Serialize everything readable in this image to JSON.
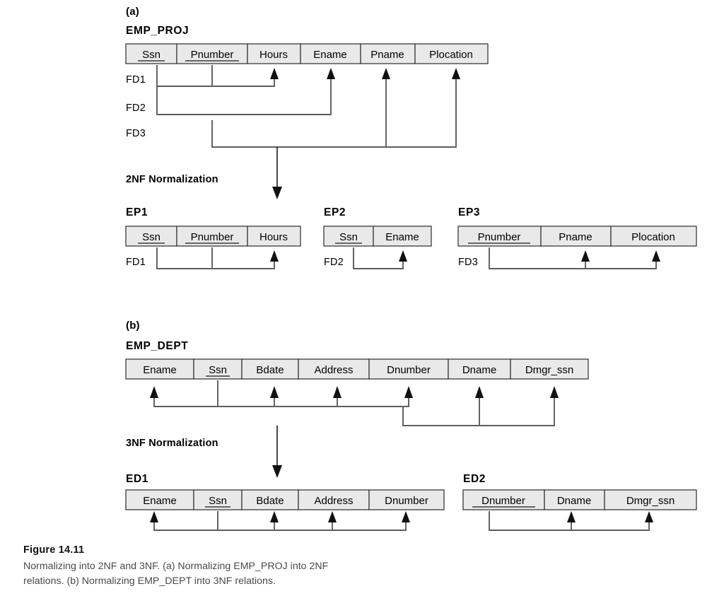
{
  "figure": {
    "number": "Figure 14.11",
    "caption": "Normalizing into 2NF and 3NF. (a) Normalizing EMP_PROJ into 2NF relations. (b) Normalizing EMP_DEPT into 3NF relations.",
    "background_color": "#ffffff",
    "cell_fill_color": "#e9e9e9",
    "cell_border_color": "#2b2b2b",
    "fd_line_color": "#5d5d5d",
    "arrow_color": "#111111"
  },
  "parts": {
    "a": {
      "label": "(a)",
      "step_label": "2NF Normalization",
      "source": {
        "name": "EMP_PROJ",
        "attributes": [
          "Ssn",
          "Pnumber",
          "Hours",
          "Ename",
          "Pname",
          "Plocation"
        ],
        "key_attributes": [
          "Ssn",
          "Pnumber"
        ],
        "dependencies": [
          {
            "label": "FD1",
            "determinants": [
              "Ssn",
              "Pnumber"
            ],
            "dependents": [
              "Hours"
            ]
          },
          {
            "label": "FD2",
            "determinants": [
              "Ssn"
            ],
            "dependents": [
              "Ename"
            ]
          },
          {
            "label": "FD3",
            "determinants": [
              "Pnumber"
            ],
            "dependents": [
              "Pname",
              "Plocation"
            ]
          }
        ]
      },
      "results": [
        {
          "name": "EP1",
          "attributes": [
            "Ssn",
            "Pnumber",
            "Hours"
          ],
          "key_attributes": [
            "Ssn",
            "Pnumber"
          ],
          "dependencies": [
            {
              "label": "FD1",
              "determinants": [
                "Ssn",
                "Pnumber"
              ],
              "dependents": [
                "Hours"
              ]
            }
          ]
        },
        {
          "name": "EP2",
          "attributes": [
            "Ssn",
            "Ename"
          ],
          "key_attributes": [
            "Ssn"
          ],
          "dependencies": [
            {
              "label": "FD2",
              "determinants": [
                "Ssn"
              ],
              "dependents": [
                "Ename"
              ]
            }
          ]
        },
        {
          "name": "EP3",
          "attributes": [
            "Pnumber",
            "Pname",
            "Plocation"
          ],
          "key_attributes": [
            "Pnumber"
          ],
          "dependencies": [
            {
              "label": "FD3",
              "determinants": [
                "Pnumber"
              ],
              "dependents": [
                "Pname",
                "Plocation"
              ]
            }
          ]
        }
      ]
    },
    "b": {
      "label": "(b)",
      "step_label": "3NF Normalization",
      "source": {
        "name": "EMP_DEPT",
        "attributes": [
          "Ename",
          "Ssn",
          "Bdate",
          "Address",
          "Dnumber",
          "Dname",
          "Dmgr_ssn"
        ],
        "key_attributes": [
          "Ssn"
        ],
        "dependencies": [
          {
            "label": "",
            "determinants": [
              "Ssn"
            ],
            "dependents": [
              "Ename",
              "Bdate",
              "Address",
              "Dnumber"
            ]
          },
          {
            "label": "",
            "determinants": [
              "Dnumber"
            ],
            "dependents": [
              "Dname",
              "Dmgr_ssn"
            ]
          }
        ]
      },
      "results": [
        {
          "name": "ED1",
          "attributes": [
            "Ename",
            "Ssn",
            "Bdate",
            "Address",
            "Dnumber"
          ],
          "key_attributes": [
            "Ssn"
          ],
          "dependencies": [
            {
              "label": "",
              "determinants": [
                "Ssn"
              ],
              "dependents": [
                "Ename",
                "Bdate",
                "Address",
                "Dnumber"
              ]
            }
          ]
        },
        {
          "name": "ED2",
          "attributes": [
            "Dnumber",
            "Dname",
            "Dmgr_ssn"
          ],
          "key_attributes": [
            "Dnumber"
          ],
          "dependencies": [
            {
              "label": "",
              "determinants": [
                "Dnumber"
              ],
              "dependents": [
                "Dname",
                "Dmgr_ssn"
              ]
            }
          ]
        }
      ]
    }
  }
}
